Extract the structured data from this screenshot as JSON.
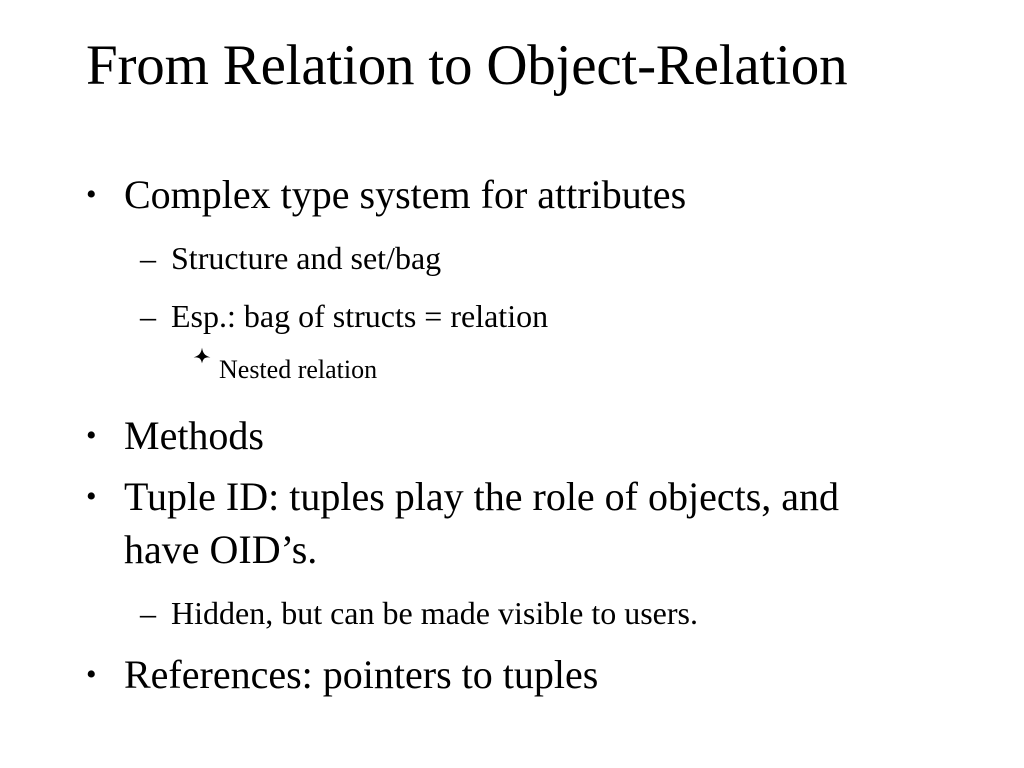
{
  "slide": {
    "background_color": "#ffffff",
    "text_color": "#000000",
    "title": "From Relation to Object-Relation",
    "markers": {
      "level1": "•",
      "level2": "–",
      "level3": "dart-star-bullet-icon"
    },
    "body": [
      {
        "level": 1,
        "text": "Complex type system for attributes"
      },
      {
        "level": 2,
        "text": "Structure and set/bag"
      },
      {
        "level": 2,
        "text": "Esp.: bag of structs = relation"
      },
      {
        "level": 3,
        "text": "Nested relation"
      },
      {
        "level": 1,
        "text": "Methods"
      },
      {
        "level": 1,
        "text": "Tuple ID: tuples play the role of objects, and have OID’s."
      },
      {
        "level": 2,
        "text": "Hidden, but can be made visible to users."
      },
      {
        "level": 1,
        "text": "References: pointers to tuples"
      }
    ]
  }
}
